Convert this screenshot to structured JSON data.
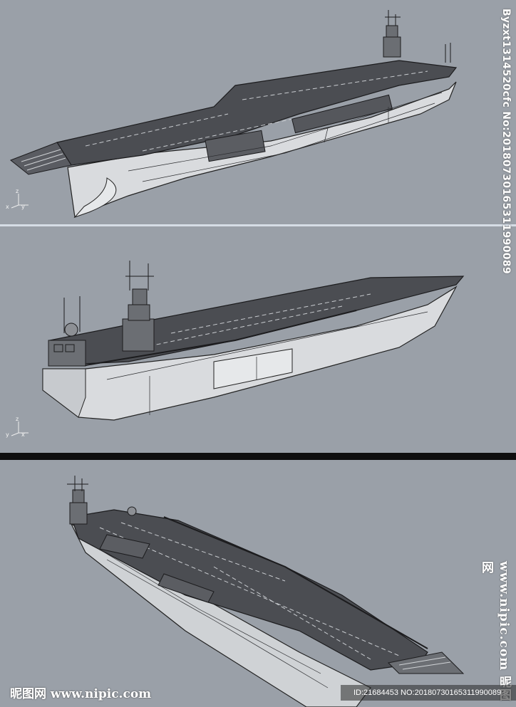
{
  "watermark": {
    "vertical_author": "Byzxt1314520cfc No:20180730165311990089",
    "vertical_site": "www.nipic.com 昵图网",
    "logo": "昵图网 www.nipic.com",
    "id_line": "ID:21684453 NO:20180730165311990089"
  },
  "axis_labels": {
    "x": "x",
    "y": "y",
    "z": "z"
  },
  "colors": {
    "viewport_bg": "#9aa0a8",
    "hull_light": "#d9dbde",
    "deck_dark": "#4b4d52",
    "wire": "#222326"
  }
}
